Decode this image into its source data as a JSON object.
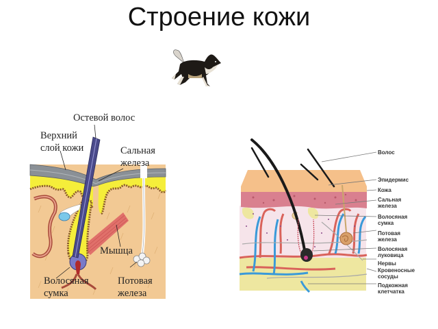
{
  "slide": {
    "title": "Строение кожи"
  },
  "left_diagram": {
    "labels": {
      "guard_hair": "Остевой волос",
      "upper_layer_1": "Верхний",
      "upper_layer_2": "слой кожи",
      "sebaceous_1": "Сальная",
      "sebaceous_2": "железа",
      "muscle": "Мышца",
      "follicle_1": "Волосяная",
      "follicle_2": "сумка",
      "sweat_1": "Потовая",
      "sweat_2": "железа"
    },
    "colors": {
      "dermis": "#f2c994",
      "epidermis_yellow": "#f5ee3a",
      "top_layer": "#8a9096",
      "hair": "#4a4a8a",
      "muscle": "#e0706a",
      "vessel": "#a84a3a"
    }
  },
  "right_diagram": {
    "labels": [
      "Волос",
      "Эпидермис",
      "Кожа",
      "Сальная",
      "железа",
      "Волосяная",
      "сумка",
      "Потовая",
      "железа",
      "Волосяная",
      "луковица",
      "Нервы",
      "Кровеносные",
      "сосуды",
      "Подкожная",
      "клетчатка"
    ],
    "colors": {
      "epidermis": "#f5c08a",
      "dermis_pink": "#d9808f",
      "dermis_light": "#f6e4ea",
      "subcutaneous": "#eee7a0",
      "artery": "#d9625a",
      "vein": "#3a9ad9",
      "hair": "#1a1a1a"
    }
  }
}
